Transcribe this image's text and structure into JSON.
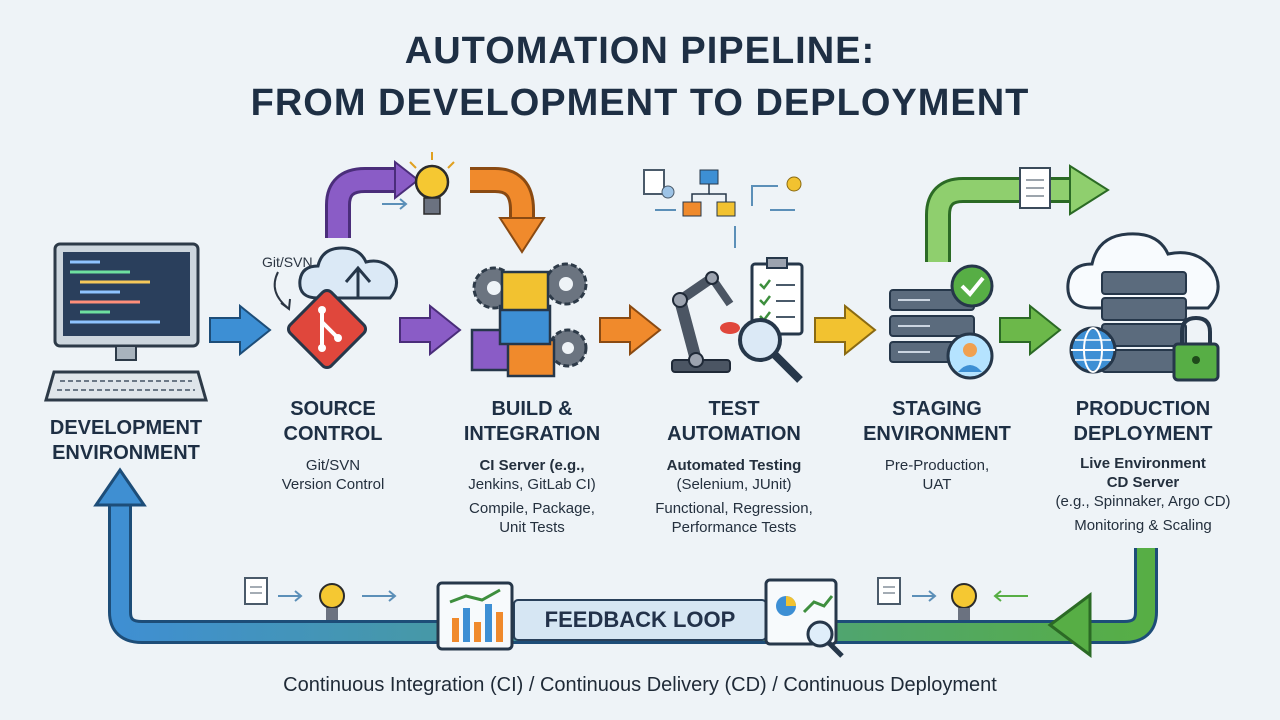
{
  "title": {
    "line1": "AUTOMATION PIPELINE:",
    "line2": "FROM DEVELOPMENT TO DEPLOYMENT"
  },
  "stages": [
    {
      "title": "DEVELOPMENT\nENVIRONMENT",
      "lines": []
    },
    {
      "title": "SOURCE\nCONTROL",
      "lines": [
        "Git/SVN",
        "Version Control"
      ]
    },
    {
      "title": "BUILD &\nINTEGRATION",
      "lines": [
        "CI Server (e.g.,",
        "Jenkins, GitLab CI)",
        "Compile, Package,",
        "Unit Tests"
      ]
    },
    {
      "title": "TEST\nAUTOMATION",
      "lines": [
        "Automated Testing",
        "(Selenium, JUnit)",
        "Functional, Regression,",
        "Performance Tests"
      ]
    },
    {
      "title": "STAGING\nENVIRONMENT",
      "lines": [
        "Pre-Production,",
        "UAT"
      ]
    },
    {
      "title": "PRODUCTION\nDEPLOYMENT",
      "lines": [
        "Live Environment",
        "CD Server",
        "(e.g., Spinnaker, Argo CD)",
        "Monitoring & Scaling"
      ]
    }
  ],
  "repo_label": "Git/SVN",
  "feedback_label": "FEEDBACK LOOP",
  "footer": "Continuous Integration (CI) / Continuous Delivery (CD) / Continuous Deployment",
  "colors": {
    "blue": "#3d8fd4",
    "purple": "#8a5cc6",
    "orange": "#f08a2c",
    "yellow": "#f2c230",
    "green": "#6cb84a",
    "loop_blue": "#3f8fd2",
    "loop_green": "#57ae45",
    "red": "#e0473c"
  }
}
